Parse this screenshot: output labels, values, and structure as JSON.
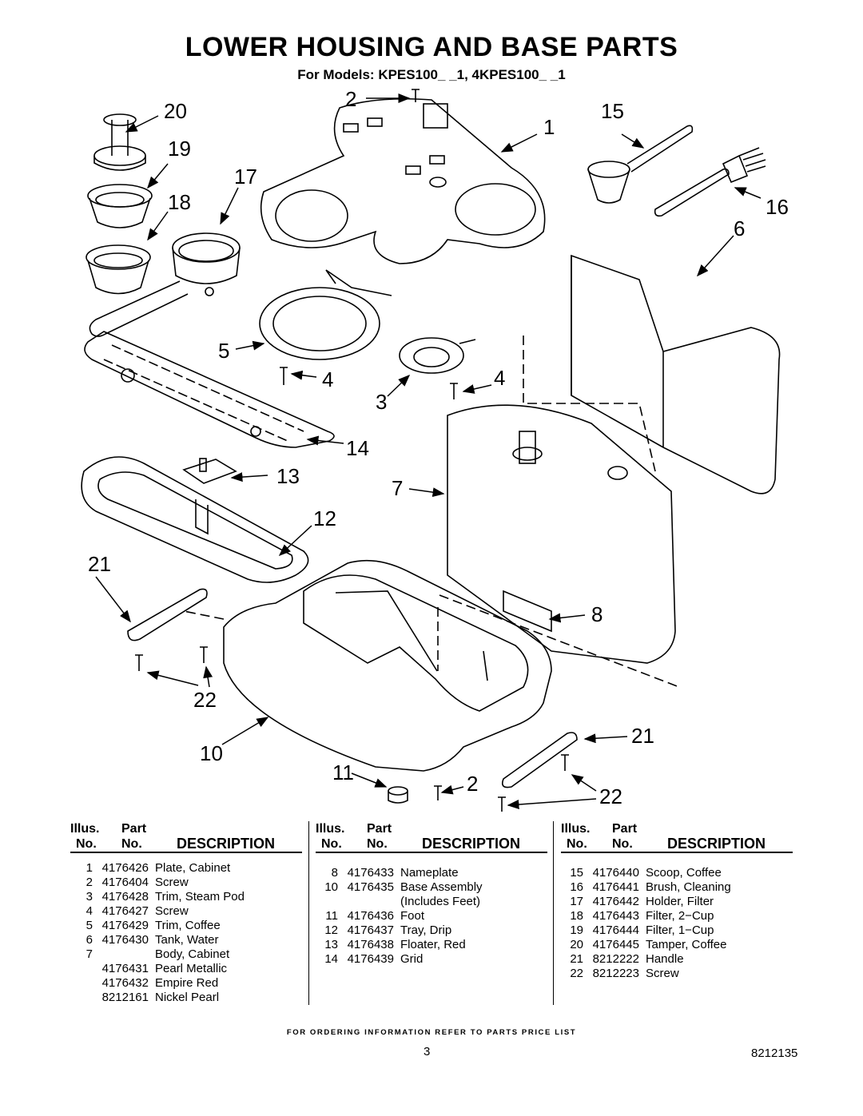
{
  "title": "LOWER HOUSING AND BASE PARTS",
  "subtitle": "For Models: KPES100_ _1, 4KPES100_ _1",
  "callouts": [
    "20",
    "19",
    "18",
    "17",
    "2",
    "15",
    "1",
    "16",
    "6",
    "5",
    "4",
    "4",
    "3",
    "14",
    "13",
    "7",
    "12",
    "21",
    "8",
    "22",
    "21",
    "10",
    "11",
    "2",
    "22"
  ],
  "table": {
    "head": {
      "illus": "Illus.",
      "part": "Part",
      "no": "No.",
      "description": "DESCRIPTION"
    },
    "columns": [
      {
        "rows": [
          {
            "illus": "1",
            "part": "4176426",
            "desc": "Plate, Cabinet"
          },
          {
            "illus": "2",
            "part": "4176404",
            "desc": "Screw"
          },
          {
            "illus": "3",
            "part": "4176428",
            "desc": "Trim, Steam Pod"
          },
          {
            "illus": "4",
            "part": "4176427",
            "desc": "Screw"
          },
          {
            "illus": "5",
            "part": "4176429",
            "desc": "Trim, Coffee"
          },
          {
            "illus": "6",
            "part": "4176430",
            "desc": "Tank, Water"
          },
          {
            "illus": "7",
            "part": "",
            "desc": "Body, Cabinet"
          },
          {
            "illus": "",
            "part": "4176431",
            "desc": "Pearl Metallic"
          },
          {
            "illus": "",
            "part": "4176432",
            "desc": "Empire Red"
          },
          {
            "illus": "",
            "part": "8212161",
            "desc": "Nickel Pearl"
          }
        ]
      },
      {
        "rows": [
          {
            "illus": "8",
            "part": "4176433",
            "desc": "Nameplate"
          },
          {
            "illus": "10",
            "part": "4176435",
            "desc": "Base Assembly"
          },
          {
            "illus": "",
            "part": "",
            "desc": "(Includes Feet)"
          },
          {
            "illus": "11",
            "part": "4176436",
            "desc": "Foot"
          },
          {
            "illus": "12",
            "part": "4176437",
            "desc": "Tray, Drip"
          },
          {
            "illus": "13",
            "part": "4176438",
            "desc": "Floater, Red"
          },
          {
            "illus": "14",
            "part": "4176439",
            "desc": "Grid"
          }
        ]
      },
      {
        "rows": [
          {
            "illus": "15",
            "part": "4176440",
            "desc": "Scoop, Coffee"
          },
          {
            "illus": "16",
            "part": "4176441",
            "desc": "Brush, Cleaning"
          },
          {
            "illus": "17",
            "part": "4176442",
            "desc": "Holder, Filter"
          },
          {
            "illus": "18",
            "part": "4176443",
            "desc": "Filter, 2−Cup"
          },
          {
            "illus": "19",
            "part": "4176444",
            "desc": "Filter, 1−Cup"
          },
          {
            "illus": "20",
            "part": "4176445",
            "desc": "Tamper, Coffee"
          },
          {
            "illus": "21",
            "part": "8212222",
            "desc": "Handle"
          },
          {
            "illus": "22",
            "part": "8212223",
            "desc": "Screw"
          }
        ]
      }
    ]
  },
  "footer_note": "FOR ORDERING INFORMATION REFER TO PARTS PRICE LIST",
  "page_number": "3",
  "document_number": "8212135"
}
